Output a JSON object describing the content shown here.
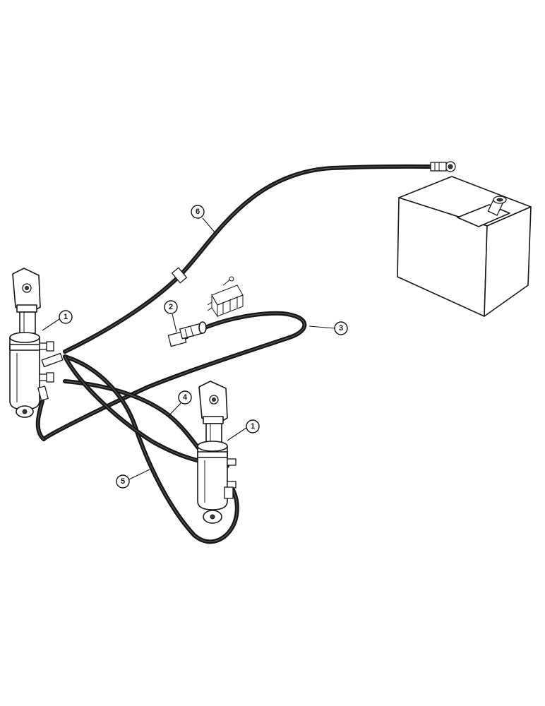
{
  "callouts": [
    {
      "id": "c1a",
      "label": "1"
    },
    {
      "id": "c1b",
      "label": "1"
    },
    {
      "id": "c2",
      "label": "2"
    },
    {
      "id": "c3",
      "label": "3"
    },
    {
      "id": "c4",
      "label": "4"
    },
    {
      "id": "c5",
      "label": "5"
    },
    {
      "id": "c6",
      "label": "6"
    }
  ],
  "colors": {
    "ink": "#161616",
    "paper": "#ffffff"
  }
}
